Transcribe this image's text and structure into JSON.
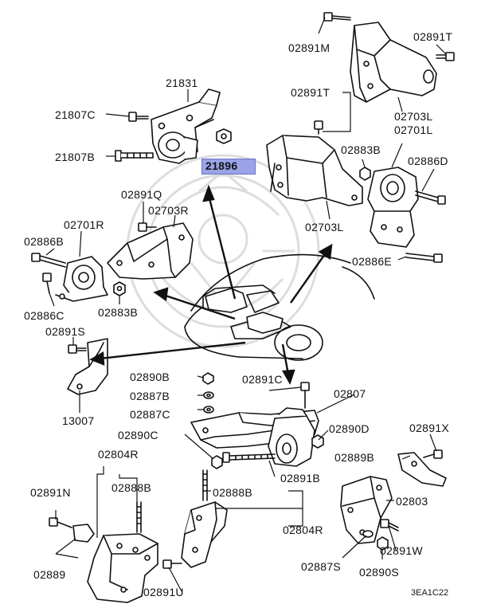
{
  "diagram": {
    "diagram_code": "3EA1C22",
    "highlight_color": "#9aa3e8",
    "watermark": "seal-watermark-icon",
    "labels": {
      "p21831": "21831",
      "p21807C": "21807C",
      "p21807B": "21807B",
      "p21896": "21896",
      "p02891M": "02891M",
      "p02891T_top": "02891T",
      "p02891T_mid": "02891T",
      "p02703L_top": "02703L",
      "p02701L": "02701L",
      "p02883B_right": "02883B",
      "p02886D": "02886D",
      "p02703L_bottom": "02703L",
      "p02886E": "02886E",
      "p02891Q": "02891Q",
      "p02703R": "02703R",
      "p02701R": "02701R",
      "p02886B": "02886B",
      "p02886C": "02886C",
      "p02883B_left": "02883B",
      "p02891S": "02891S",
      "p13007": "13007",
      "p02890B": "02890B",
      "p02887B": "02887B",
      "p02887C": "02887C",
      "p02891C": "02891C",
      "p02807": "02807",
      "p02890C": "02890C",
      "p02890D": "02890D",
      "p02891X": "02891X",
      "p02804R_top": "02804R",
      "p02889B": "02889B",
      "p02888B_left": "02888B",
      "p02888B_mid": "02888B",
      "p02891B": "02891B",
      "p02803": "02803",
      "p02891N": "02891N",
      "p02804R_bottom": "02804R",
      "p02891W": "02891W",
      "p02889": "02889",
      "p02887S": "02887S",
      "p02890S": "02890S",
      "p02891U": "02891U"
    }
  }
}
